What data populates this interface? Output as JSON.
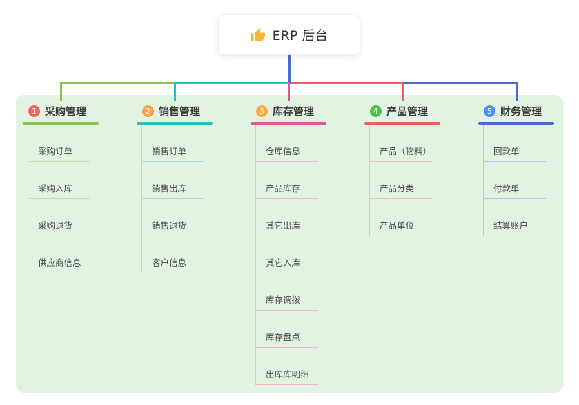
{
  "root": {
    "label": "ERP 后台",
    "icon": "thumbs-up-icon",
    "icon_color": "#f7b731",
    "connector_color": "#4a6bd4"
  },
  "panel": {
    "background": "#e2f3e1"
  },
  "branches": [
    {
      "badge": "1",
      "badge_color": "#f2615e",
      "label": "采购管理",
      "color": "#8cc152",
      "child_line_color": "#c8e0a8",
      "children": [
        "采购订单",
        "采购入库",
        "采购退货",
        "供应商信息"
      ]
    },
    {
      "badge": "2",
      "badge_color": "#ff9f43",
      "label": "销售管理",
      "color": "#29c0c0",
      "child_line_color": "#a5e0dc",
      "children": [
        "销售订单",
        "销售出库",
        "销售退货",
        "客户信息"
      ]
    },
    {
      "badge": "3",
      "badge_color": "#ffaa38",
      "label": "库存管理",
      "color": "#e0549b",
      "child_line_color": "#f3b5d6",
      "children": [
        "仓库信息",
        "产品库存",
        "其它出库",
        "其它入库",
        "库存调拨",
        "库存盘点",
        "出库库明细"
      ]
    },
    {
      "badge": "4",
      "badge_color": "#4dc247",
      "label": "产品管理",
      "color": "#ef5d5d",
      "child_line_color": "#f6bcba",
      "children": [
        "产品（物料）",
        "产品分类",
        "产品单位"
      ]
    },
    {
      "badge": "5",
      "badge_color": "#4a90f5",
      "label": "财务管理",
      "color": "#4a6bd4",
      "child_line_color": "#b7c5f0",
      "children": [
        "回款单",
        "付款单",
        "结算账户"
      ]
    }
  ]
}
